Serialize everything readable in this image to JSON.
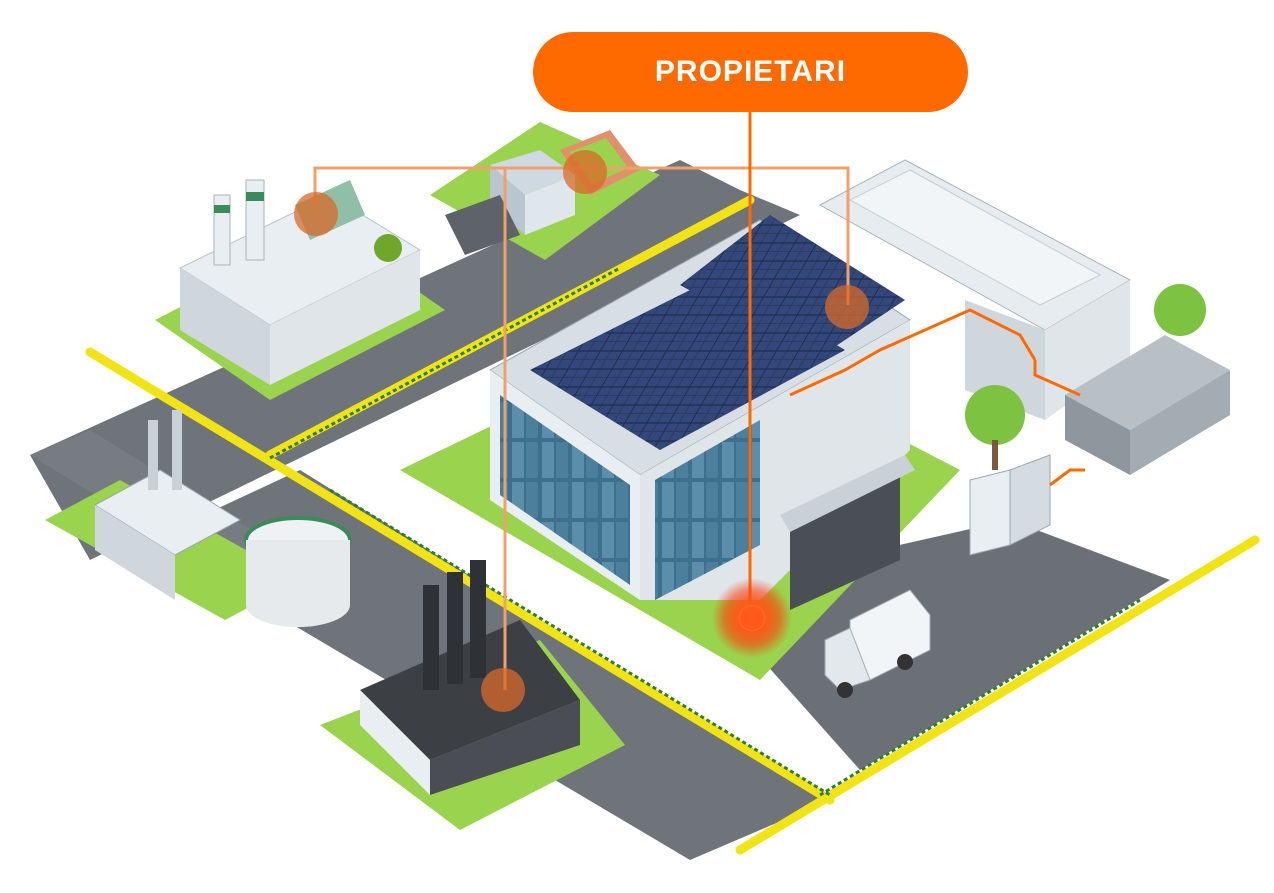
{
  "label": {
    "text": "PROPIETARI"
  },
  "colors": {
    "accent": "#ff6a00",
    "road": "#6e7479",
    "road_light": "#8a9096",
    "road_line": "#f2e414",
    "grass": "#9ad34d",
    "grass_dark": "#6ea72c",
    "panel": "#2a3d66",
    "building_wall": "#e9eef2",
    "glass": "#3e6f8c",
    "marker": "#d86a2a"
  },
  "icons": {
    "hub": "glowing-hub-icon",
    "markers": [
      "thermal-plant-marker",
      "office-campus-marker",
      "warehouse-marker",
      "factory-marker"
    ]
  }
}
